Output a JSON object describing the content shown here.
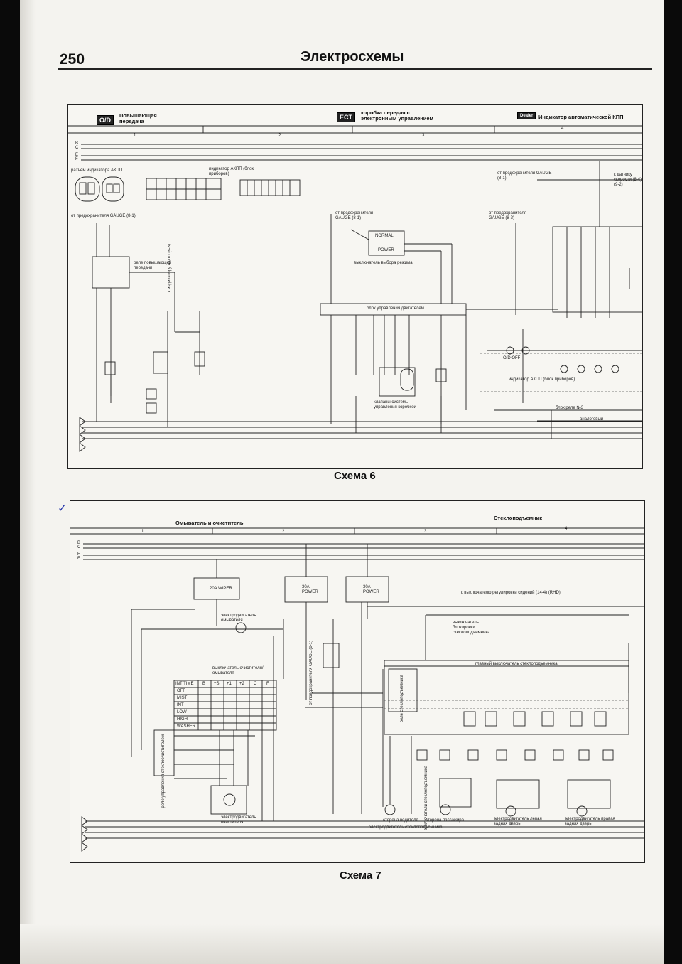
{
  "page": {
    "number": "250",
    "title": "Электросхемы"
  },
  "scheme6": {
    "caption": "Схема 6",
    "header": {
      "od": {
        "badge": "O/D",
        "text": "Повышающая передача"
      },
      "ect": {
        "badge": "ECT",
        "text": "коробка передач с электронным управлением"
      },
      "indicator": {
        "badge": "Dealer",
        "text": "Индикатор автоматической КПП"
      }
    },
    "columns": [
      "1",
      "2",
      "3",
      "4"
    ],
    "buses": [
      "B",
      "C",
      "E",
      "F"
    ],
    "labels": {
      "connector_at": "разъем индикатора АКПП",
      "indicator_block": "индикатор АКПП (блок приборов)",
      "from_gauge_1": "от предохранителя GAUGE (8-1)",
      "from_gauge_2": "от предохранителя GAUGE (8-1)",
      "from_gauge_3": "от предохранителя GAUGE (8-2)",
      "from_gauge_4": "от предохранителя GAUGE (8-1)",
      "od_relay": "реле повышающей передачи",
      "to_indicator": "к индикатору АКПП (6-3)",
      "mode_switch": "выключатель выбора режима",
      "engine_ecu": "блок управления двигателем",
      "valves": "клапаны системы управления коробкой",
      "speed_sensor": "к датчику скорости (8-4) (9-2)",
      "indicator_at": "индикатор АКПП (блок приборов)",
      "relay_block": "блок реле №3",
      "analog": "аналоговый",
      "normal": "NORMAL",
      "power": "POWER",
      "od_off": "O/D OFF"
    }
  },
  "scheme7": {
    "caption": "Схема 7",
    "header": {
      "washer": "Омыватель и очиститель",
      "window": "Стеклоподъемник"
    },
    "columns": [
      "1",
      "2",
      "3",
      "4"
    ],
    "buses": [
      "B",
      "C",
      "E",
      "F"
    ],
    "labels": {
      "fuse_wiper": "20A WIPER",
      "fuse_power1": "30A POWER",
      "fuse_power2": "30A POWER",
      "washer_motor": "электродвигатель омывателя",
      "wiper_switch": "выключатель очистителя/омывателя",
      "wiper_relay": "реле управления стеклоочистителем",
      "wiper_motor": "электродвигатель очистителя",
      "seat_adjust": "к выключателю регулировки сидений (14-4) (RHD)",
      "lock_switch": "выключатель блокировки стеклоподъемника",
      "main_switch": "главный выключатель стеклоподъемника",
      "window_relay": "реле стеклоподъемника",
      "window_switches": "выключатели стеклоподъемника",
      "driver_side": "сторона водителя",
      "passenger_side": "сторона пассажира",
      "window_motor": "электродвигатель стеклоподъемника",
      "rear_left": "электродвигатель левая задняя дверь",
      "rear_right": "электродвигатель правая задняя дверь",
      "from_gauge": "от предохранителя GAUGE (8-1)",
      "table_header": [
        "INT TIME",
        "B",
        "+S",
        "+1",
        "+2",
        "C",
        "F"
      ],
      "table_rows": [
        "OFF",
        "MIST",
        "INT",
        "LOW",
        "HIGH",
        "WASHER"
      ]
    }
  }
}
